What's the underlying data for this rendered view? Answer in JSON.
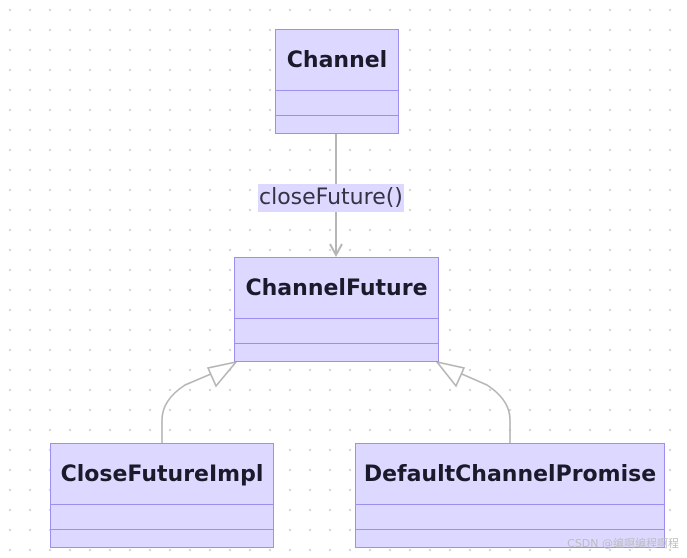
{
  "diagram": {
    "classes": [
      {
        "id": "channel",
        "name": "Channel"
      },
      {
        "id": "channel_future",
        "name": "ChannelFuture"
      },
      {
        "id": "close_future_impl",
        "name": "CloseFutureImpl"
      },
      {
        "id": "default_channel_promise",
        "name": "DefaultChannelPromise"
      }
    ],
    "relations": [
      {
        "from": "channel",
        "to": "channel_future",
        "type": "association",
        "label": "closeFuture()"
      },
      {
        "from": "close_future_impl",
        "to": "channel_future",
        "type": "inheritance"
      },
      {
        "from": "default_channel_promise",
        "to": "channel_future",
        "type": "inheritance"
      }
    ]
  },
  "colors": {
    "box_fill": "#dcd8ff",
    "box_border": "#9d8ff0",
    "edge": "#b5b5b5",
    "text": "#1a1a2a"
  },
  "watermark": "CSDN @编啊编程啊程"
}
